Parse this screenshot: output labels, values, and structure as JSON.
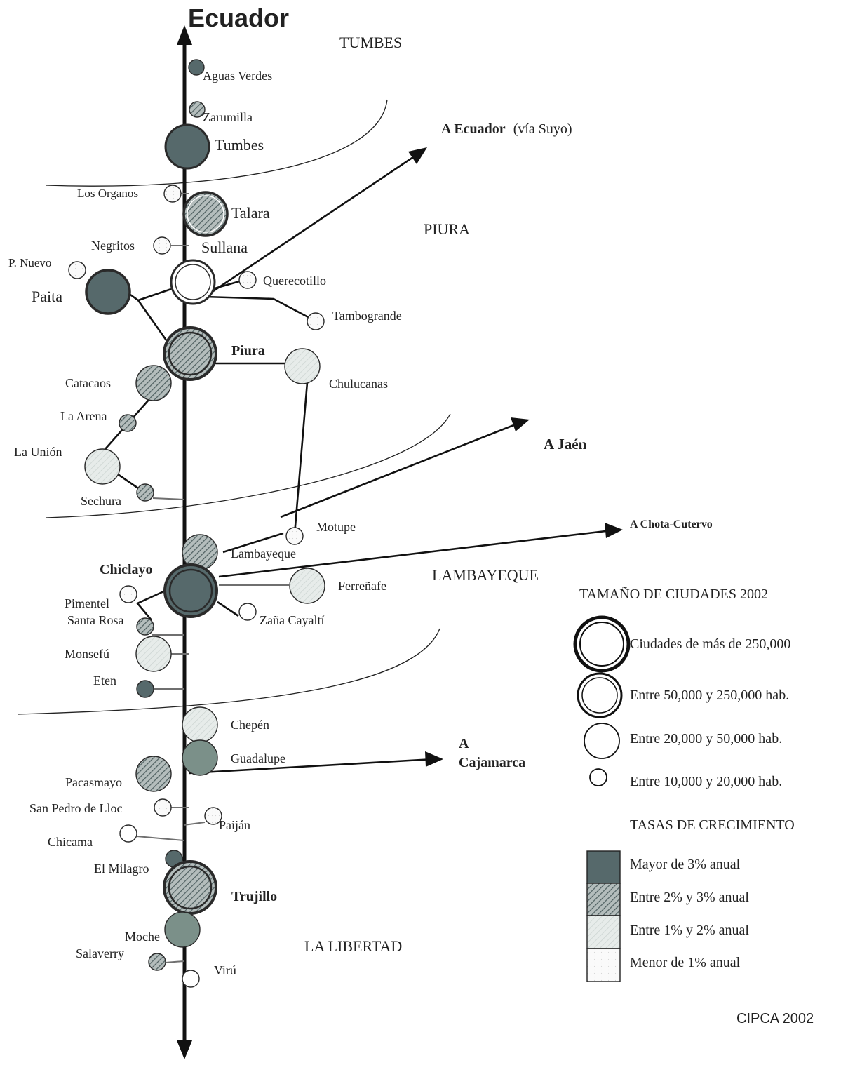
{
  "title": "Ecuador",
  "credit": "CIPCA 2002",
  "colors": {
    "dark": "#56696b",
    "hatch_fill": "#9aa6a5",
    "light": "#dfe6e4",
    "faint": "#f3f5f3",
    "line": "#1a1a1a"
  },
  "regions": {
    "tumbes": "TUMBES",
    "piura": "PIURA",
    "lambayeque": "LAMBAYEQUE",
    "la_libertad": "LA LIBERTAD"
  },
  "destinations": {
    "ecuador_suyo_bold": "A Ecuador",
    "ecuador_suyo_rest": "(vía Suyo)",
    "jaen": "A Jaén",
    "chota": "A Chota-Cutervo",
    "cajamarca_1": "A",
    "cajamarca_2": "Cajamarca"
  },
  "cities": {
    "aguas_verdes": "Aguas Verdes",
    "zarumilla": "Zarumilla",
    "tumbes": "Tumbes",
    "los_organos": "Los Organos",
    "talara": "Talara",
    "negritos": "Negritos",
    "sullana": "Sullana",
    "p_nuevo": "P. Nuevo",
    "paita": "Paita",
    "querecotillo": "Querecotillo",
    "tambogrande": "Tambogrande",
    "piura": "Piura",
    "catacaos": "Catacaos",
    "chulucanas": "Chulucanas",
    "la_arena": "La Arena",
    "la_union": "La Unión",
    "sechura": "Sechura",
    "motupe": "Motupe",
    "lambayeque": "Lambayeque",
    "chiclayo": "Chiclayo",
    "ferrenafe": "Ferreñafe",
    "pimentel": "Pimentel",
    "santa_rosa": "Santa Rosa",
    "zana_cayalti": "Zaña Cayaltí",
    "monsefu": "Monsefú",
    "eten": "Eten",
    "chepen": "Chepén",
    "guadalupe": "Guadalupe",
    "pacasmayo": "Pacasmayo",
    "san_pedro": "San Pedro de Lloc",
    "paijan": "Paiján",
    "chicama": "Chicama",
    "el_milagro": "El Milagro",
    "trujillo": "Trujillo",
    "moche": "Moche",
    "salaverry": "Salaverry",
    "viru": "Virú"
  },
  "legend": {
    "size_title": "TAMAÑO DE CIUDADES 2002",
    "sizes": [
      "Ciudades de más de 250,000",
      "Entre 50,000 y 250,000 hab.",
      "Entre 20,000 y 50,000 hab.",
      "Entre 10,000 y 20,000 hab."
    ],
    "growth_title": "TASAS DE CRECIMIENTO",
    "growth": [
      "Mayor de 3% anual",
      "Entre 2% y 3% anual",
      "Entre 1% y 2% anual",
      "Menor de 1% anual"
    ]
  }
}
